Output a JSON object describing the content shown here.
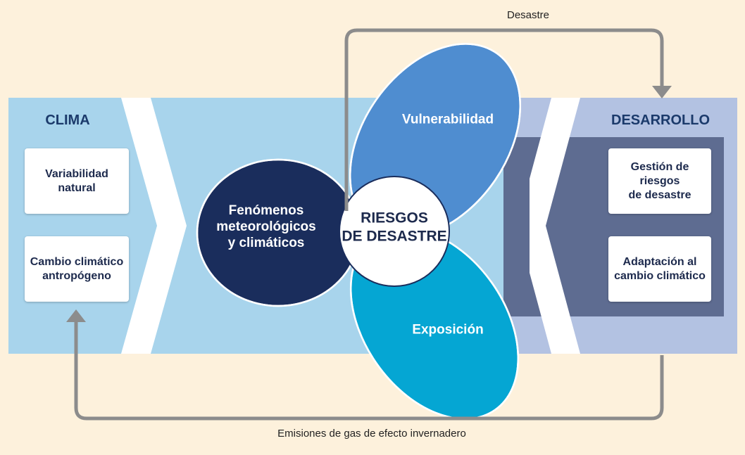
{
  "top_arrow_label": "Desastre",
  "bottom_arrow_label": "Emisiones de gas de efecto invernadero",
  "clima": {
    "title": "CLIMA",
    "boxes": [
      "Variabilidad\nnatural",
      "Cambio climático\nantropógeno"
    ]
  },
  "desarrollo": {
    "title": "DESARROLLO",
    "boxes": [
      "Gestión de\nriesgos\nde desastre",
      "Adaptación al\ncambio climático"
    ]
  },
  "petals": {
    "hazard": "Fenómenos\nmeteorológicos\ny climáticos",
    "vulnerability": "Vulnerabilidad",
    "exposure": "Exposición"
  },
  "center": "RIESGOS\nDE DESASTRE",
  "colors": {
    "background": "#fdf1dc",
    "clima_band": "#a8d4ec",
    "desarrollo_band": "#b3c2e2",
    "desarrollo_panel": "#5e6c91",
    "hazard_petal": "#1a2d5c",
    "vulnerability_petal": "#4f8dd0",
    "exposure_petal": "#05a6d3",
    "overlap": "#4c7a93",
    "arrow": "#8c8c8c"
  }
}
